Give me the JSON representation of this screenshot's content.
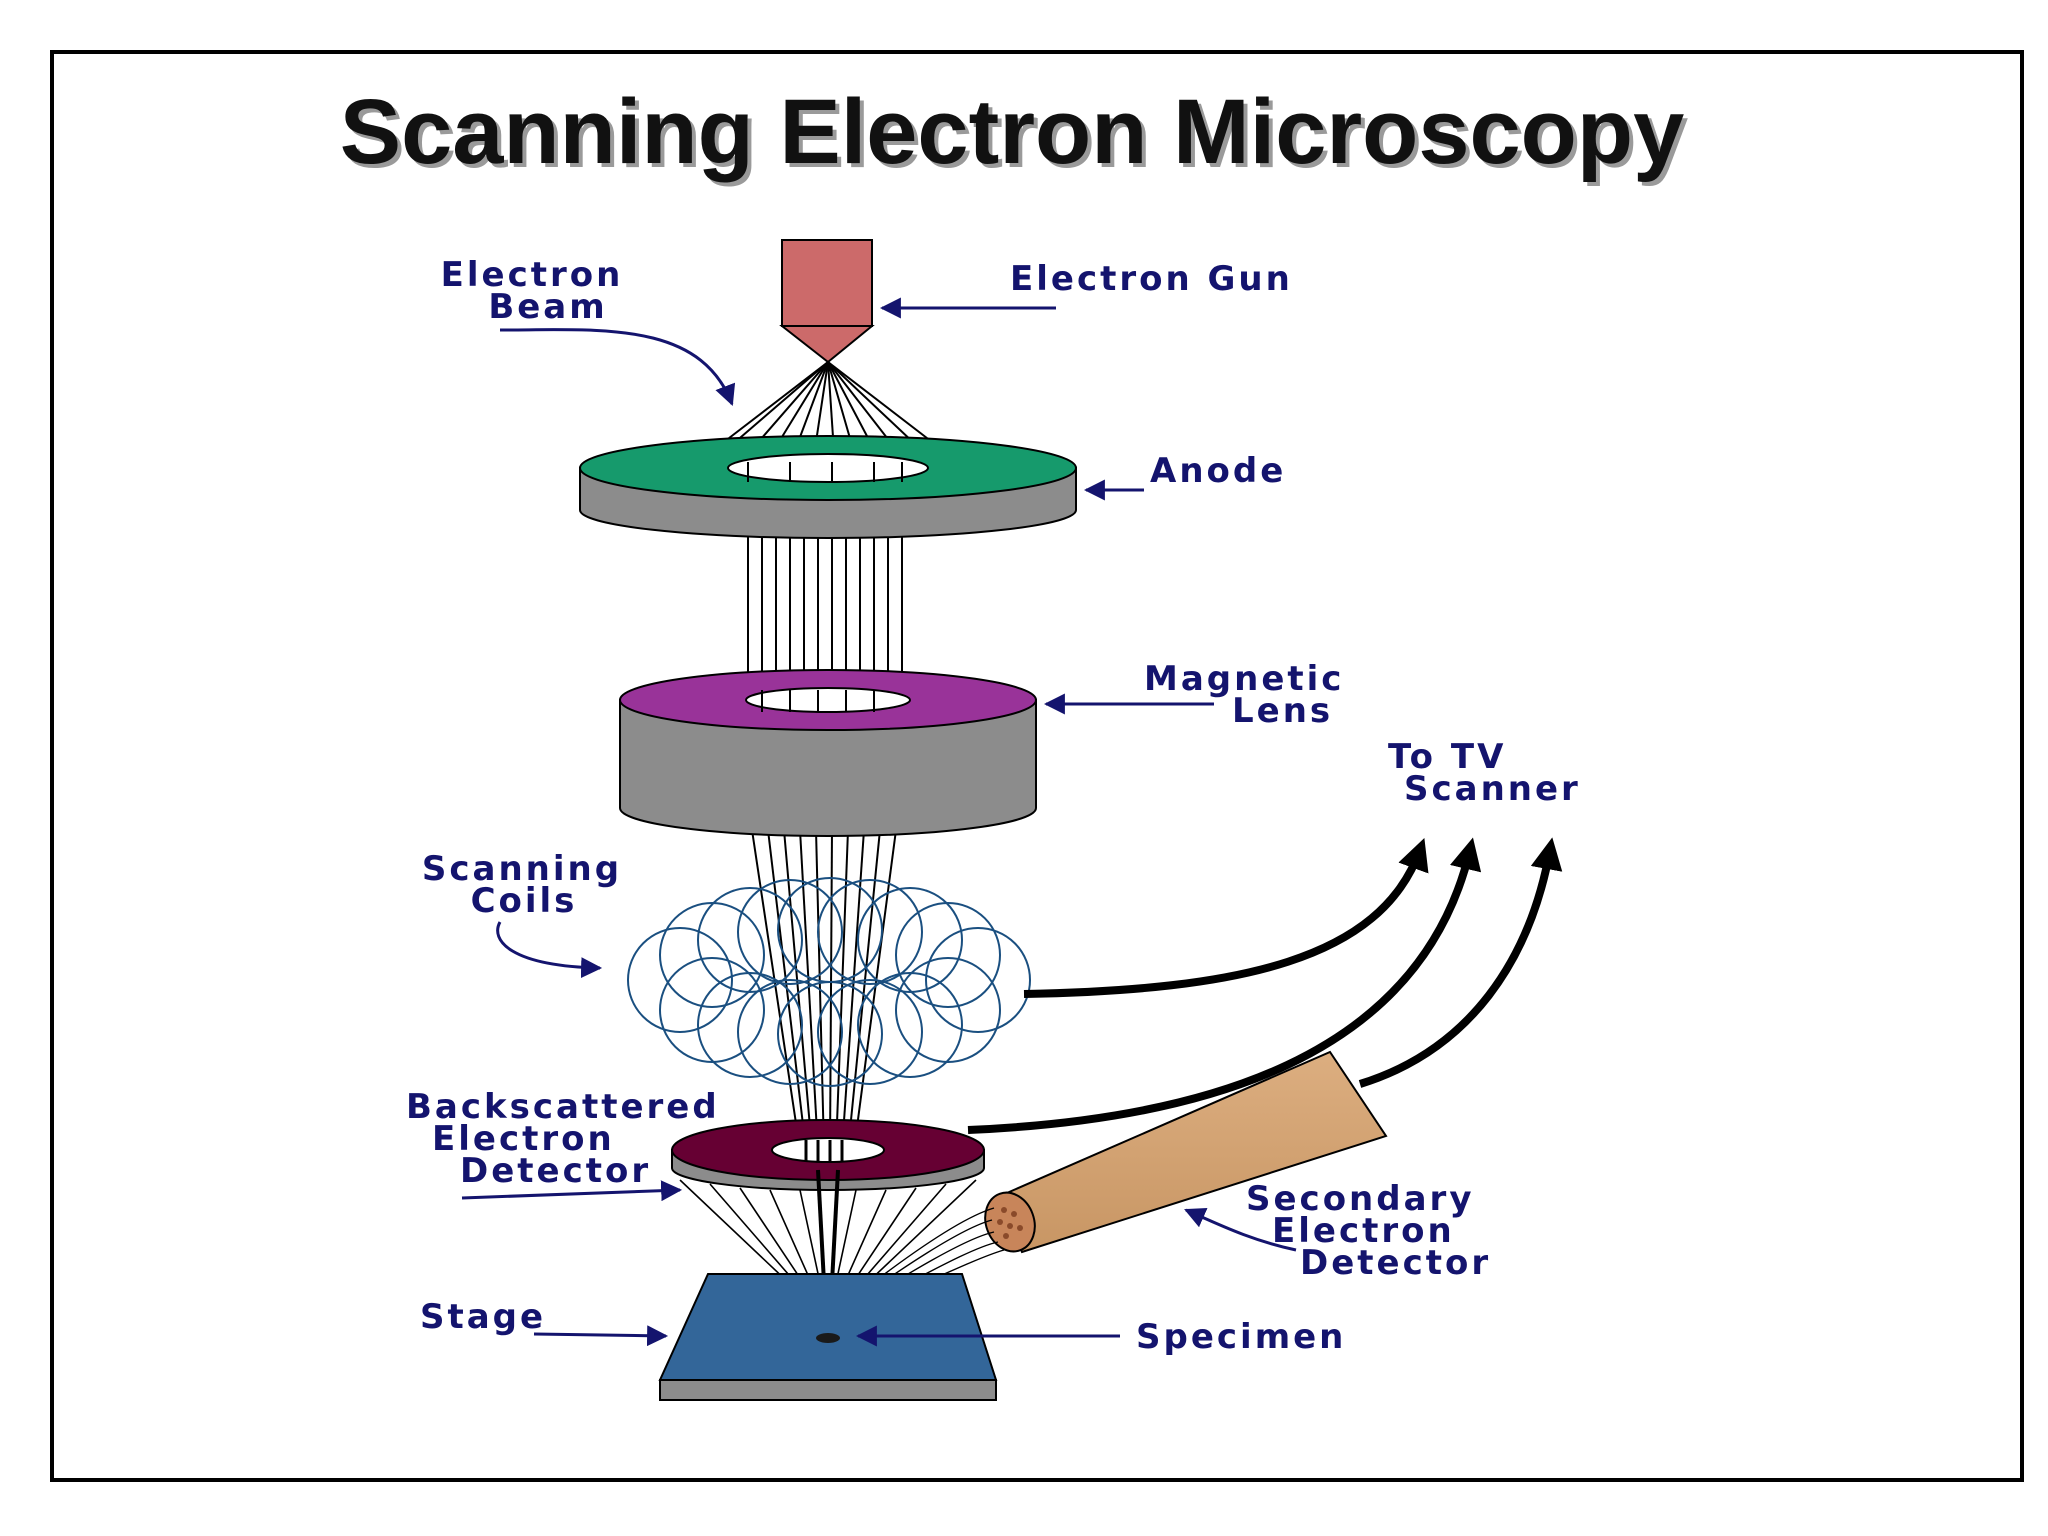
{
  "title": "Scanning Electron Microscopy",
  "labels": {
    "electron_beam_1": "Electron",
    "electron_beam_2": "Beam",
    "electron_gun": "Electron Gun",
    "anode": "Anode",
    "magnetic_lens_1": "Magnetic",
    "magnetic_lens_2": "Lens",
    "to_tv_1": "To TV",
    "to_tv_2": "Scanner",
    "scanning_coils_1": "Scanning",
    "scanning_coils_2": "Coils",
    "backscattered_1": "Backscattered",
    "backscattered_2": "Electron",
    "backscattered_3": "Detector",
    "secondary_1": "Secondary",
    "secondary_2": "Electron",
    "secondary_3": "Detector",
    "stage": "Stage",
    "specimen": "Specimen"
  },
  "colors": {
    "label": "#14146e",
    "electron_gun": "#cc6a6a",
    "anode_top": "#169a6c",
    "lens_top": "#993399",
    "detector_top": "#660033",
    "metal_side": "#8c8c8c",
    "secondary_detector": "#d2a06e",
    "stage": "#336699",
    "coils": "#1a4f80",
    "signal_arrow": "#000000"
  }
}
